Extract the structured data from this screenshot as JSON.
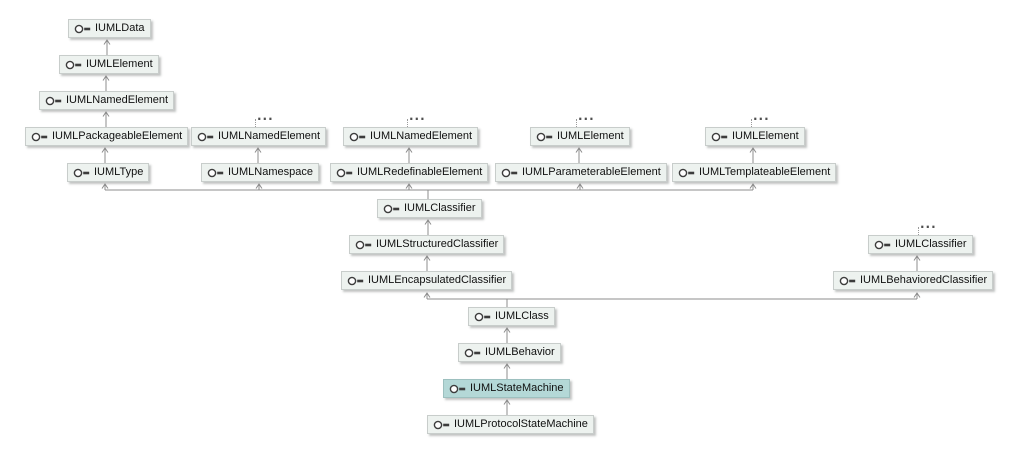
{
  "diagram": {
    "type": "interface-inheritance-hierarchy",
    "selected_node": "IUMLStateMachine",
    "ellipsis": "...",
    "colors": {
      "node_fill": "#edf2ef",
      "node_border": "#c8cdcb",
      "selected_fill": "#b4d8d7",
      "selected_border": "#9dc0bf",
      "edge": "#8c8c8c",
      "text": "#101010"
    },
    "nodes": [
      {
        "label": "IUMLData"
      },
      {
        "label": "IUMLElement"
      },
      {
        "label": "IUMLNamedElement"
      },
      {
        "label": "IUMLPackageableElement"
      },
      {
        "label": "IUMLNamedElement",
        "has_more_ancestors": true
      },
      {
        "label": "IUMLNamedElement",
        "has_more_ancestors": true
      },
      {
        "label": "IUMLElement",
        "has_more_ancestors": true
      },
      {
        "label": "IUMLElement",
        "has_more_ancestors": true
      },
      {
        "label": "IUMLType"
      },
      {
        "label": "IUMLNamespace"
      },
      {
        "label": "IUMLRedefinableElement"
      },
      {
        "label": "IUMLParameterableElement"
      },
      {
        "label": "IUMLTemplateableElement"
      },
      {
        "label": "IUMLClassifier"
      },
      {
        "label": "IUMLStructuredClassifier"
      },
      {
        "label": "IUMLClassifier",
        "has_more_ancestors": true
      },
      {
        "label": "IUMLEncapsulatedClassifier"
      },
      {
        "label": "IUMLBehavioredClassifier"
      },
      {
        "label": "IUMLClass"
      },
      {
        "label": "IUMLBehavior"
      },
      {
        "label": "IUMLStateMachine",
        "selected": true
      },
      {
        "label": "IUMLProtocolStateMachine"
      }
    ],
    "edges": [
      {
        "child": "IUMLElement",
        "parent": "IUMLData"
      },
      {
        "child": "IUMLNamedElement",
        "parent": "IUMLElement"
      },
      {
        "child": "IUMLPackageableElement",
        "parent": "IUMLNamedElement"
      },
      {
        "child": "IUMLType",
        "parent": "IUMLPackageableElement"
      },
      {
        "child": "IUMLNamespace",
        "parent": "IUMLNamedElement"
      },
      {
        "child": "IUMLRedefinableElement",
        "parent": "IUMLNamedElement"
      },
      {
        "child": "IUMLParameterableElement",
        "parent": "IUMLElement"
      },
      {
        "child": "IUMLTemplateableElement",
        "parent": "IUMLElement"
      },
      {
        "child": "IUMLClassifier",
        "parent": "IUMLType, IUMLNamespace, IUMLRedefinableElement, IUMLParameterableElement, IUMLTemplateableElement"
      },
      {
        "child": "IUMLStructuredClassifier",
        "parent": "IUMLClassifier"
      },
      {
        "child": "IUMLEncapsulatedClassifier",
        "parent": "IUMLStructuredClassifier"
      },
      {
        "child": "IUMLBehavioredClassifier",
        "parent": "IUMLClassifier"
      },
      {
        "child": "IUMLClass",
        "parent": "IUMLEncapsulatedClassifier, IUMLBehavioredClassifier"
      },
      {
        "child": "IUMLBehavior",
        "parent": "IUMLClass"
      },
      {
        "child": "IUMLStateMachine",
        "parent": "IUMLBehavior"
      },
      {
        "child": "IUMLProtocolStateMachine",
        "parent": "IUMLStateMachine"
      }
    ]
  }
}
